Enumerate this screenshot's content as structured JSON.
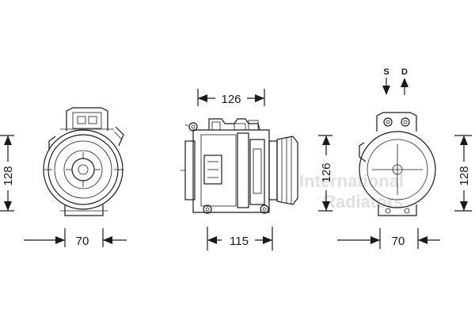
{
  "watermark": {
    "line1": "International",
    "line2": "Radiators"
  },
  "front_view": {
    "height_dim": "128",
    "width_dim": "70"
  },
  "side_view": {
    "top_dim": "126",
    "bottom_dim": "115",
    "height_dim": "126"
  },
  "rear_view": {
    "height_dim": "128",
    "width_dim": "70",
    "suction_label": "S",
    "discharge_label": "D"
  }
}
